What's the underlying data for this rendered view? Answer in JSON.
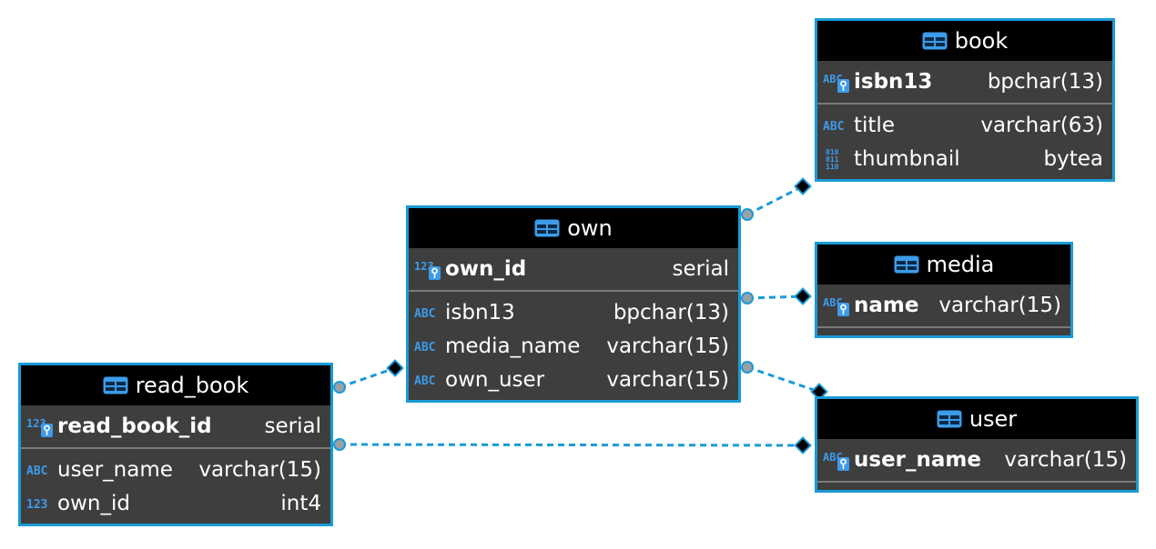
{
  "colors": {
    "border": "#1a9ad6",
    "header_bg": "#000000",
    "body_bg": "#3e3e3e",
    "text": "#ffffff",
    "icon": "#3d9be9",
    "link": "#1a9ad6"
  },
  "entities": {
    "book": {
      "name": "book",
      "pk": [
        {
          "name": "isbn13",
          "type": "bpchar(13)",
          "icon": "abc-key-icon"
        }
      ],
      "columns": [
        {
          "name": "title",
          "type": "varchar(63)",
          "icon": "abc-icon"
        },
        {
          "name": "thumbnail",
          "type": "bytea",
          "icon": "binary-icon"
        }
      ]
    },
    "media": {
      "name": "media",
      "pk": [
        {
          "name": "name",
          "type": "varchar(15)",
          "icon": "abc-key-icon"
        }
      ],
      "columns": []
    },
    "own": {
      "name": "own",
      "pk": [
        {
          "name": "own_id",
          "type": "serial",
          "icon": "num-key-icon"
        }
      ],
      "columns": [
        {
          "name": "isbn13",
          "type": "bpchar(13)",
          "icon": "abc-icon"
        },
        {
          "name": "media_name",
          "type": "varchar(15)",
          "icon": "abc-icon"
        },
        {
          "name": "own_user",
          "type": "varchar(15)",
          "icon": "abc-icon"
        }
      ]
    },
    "read_book": {
      "name": "read_book",
      "pk": [
        {
          "name": "read_book_id",
          "type": "serial",
          "icon": "num-key-icon"
        }
      ],
      "columns": [
        {
          "name": "user_name",
          "type": "varchar(15)",
          "icon": "abc-icon"
        },
        {
          "name": "own_id",
          "type": "int4",
          "icon": "num-icon"
        }
      ]
    },
    "user": {
      "name": "user",
      "pk": [
        {
          "name": "user_name",
          "type": "varchar(15)",
          "icon": "abc-key-icon"
        }
      ],
      "columns": []
    }
  },
  "relations": [
    {
      "from": "own",
      "to": "book"
    },
    {
      "from": "own",
      "to": "media"
    },
    {
      "from": "own",
      "to": "user"
    },
    {
      "from": "read_book",
      "to": "own"
    },
    {
      "from": "read_book",
      "to": "user"
    }
  ]
}
